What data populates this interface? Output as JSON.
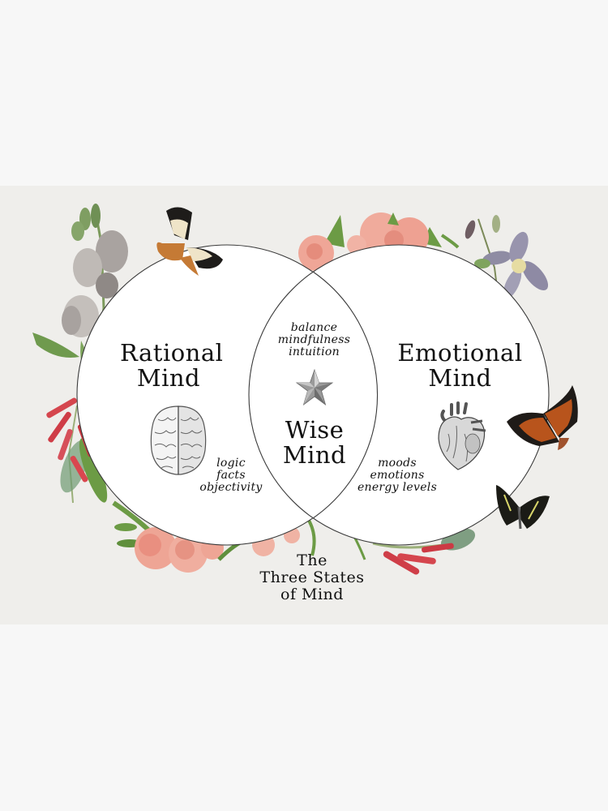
{
  "artwork": {
    "title": "The Three States of Mind",
    "title_lines": [
      "The",
      "Three States",
      "of Mind"
    ],
    "colors": {
      "page_background": "#f7f7f7",
      "artwork_background": "#efeeeb",
      "circle_fill": "#ffffff",
      "circle_stroke": "#3a3a3a",
      "text": "#111111"
    },
    "venn": {
      "left": {
        "title_lines": [
          "Rational",
          "Mind"
        ],
        "icon": "brain-icon",
        "traits": [
          "logic",
          "facts",
          "objectivity"
        ]
      },
      "center": {
        "traits": [
          "balance",
          "mindfulness",
          "intuition"
        ],
        "icon": "star-icon",
        "title_lines": [
          "Wise",
          "Mind"
        ]
      },
      "right": {
        "title_lines": [
          "Emotional",
          "Mind"
        ],
        "icon": "heart-icon",
        "traits": [
          "moods",
          "emotions",
          "energy levels"
        ]
      }
    },
    "decorations": [
      "monkshood-flower-icon",
      "butterfly-icon",
      "pink-peony-icon",
      "clematis-flower-icon",
      "red-tubular-flower-icon",
      "orange-butterfly-icon",
      "swallowtail-butterfly-icon"
    ]
  }
}
